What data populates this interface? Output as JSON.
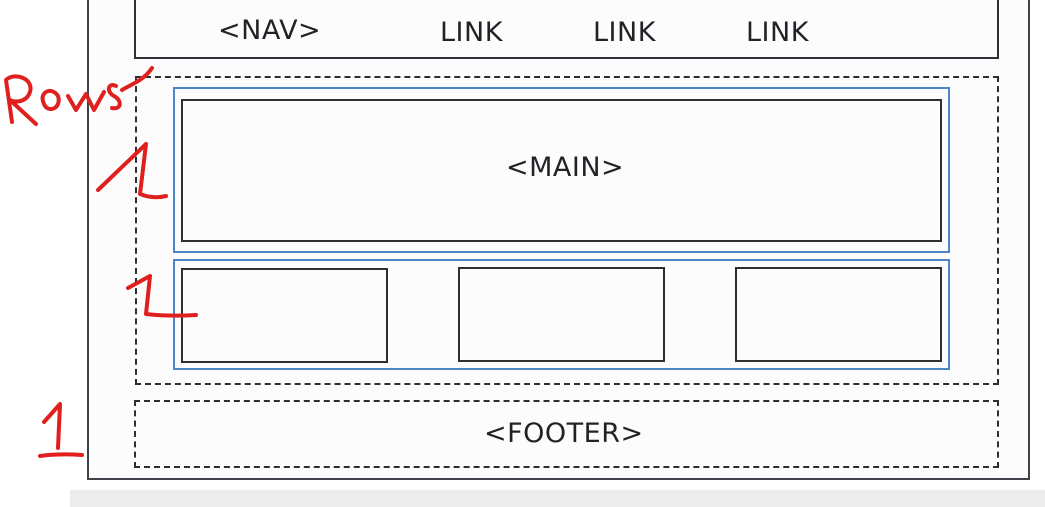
{
  "nav": {
    "title": "<NAV>",
    "links": [
      "LINK",
      "LINK",
      "LINK"
    ]
  },
  "main": {
    "label": "<MAIN>"
  },
  "footer": {
    "label": "<FOOTER>"
  },
  "annotations": {
    "rows_label": "Rows",
    "row_counts": [
      "1",
      "1",
      "1"
    ]
  },
  "colors": {
    "outline": "#2b2f34",
    "row_highlight": "#4a86c8",
    "annotation_ink": "#e0201e"
  }
}
